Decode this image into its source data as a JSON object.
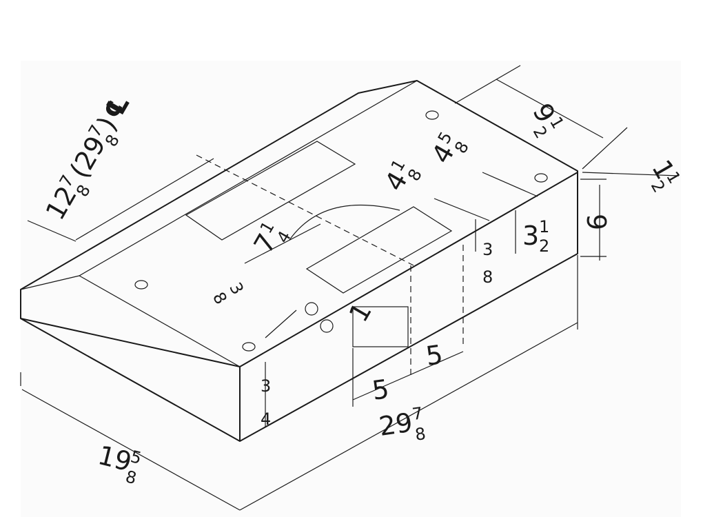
{
  "colors": {
    "line": "#1a1a1a",
    "background": "#ffffff",
    "panel": "#fbfbfb"
  },
  "dimensions": {
    "depth": {
      "whole": "19",
      "num": "5",
      "den": "8"
    },
    "width": {
      "whole": "29",
      "num": "7",
      "den": "8"
    },
    "height": "6",
    "back_offset": {
      "whole": "9",
      "num": "1",
      "den": "2"
    },
    "back_edge": {
      "whole": "1",
      "num": "1",
      "den": "2"
    },
    "duct_width": {
      "whole": "12",
      "num": "7",
      "den": "8"
    },
    "duct_total": {
      "whole": "29",
      "num": "7",
      "den": "8"
    },
    "centerline_symbol": "℄",
    "opening_depth": {
      "whole": "7",
      "num": "1",
      "den": "4"
    },
    "front_inset": {
      "num": "3",
      "den": "8"
    },
    "knockout_a": {
      "whole": "4",
      "num": "1",
      "den": "8"
    },
    "knockout_b": {
      "whole": "4",
      "num": "5",
      "den": "8"
    },
    "rear_height": {
      "whole": "3",
      "num": "1",
      "den": "2"
    },
    "rear_inset": {
      "num": "3",
      "den": "8"
    },
    "front_lip": {
      "num": "3",
      "den": "4"
    },
    "left_half": "5",
    "right_half": "5",
    "knockout_size": "1"
  }
}
